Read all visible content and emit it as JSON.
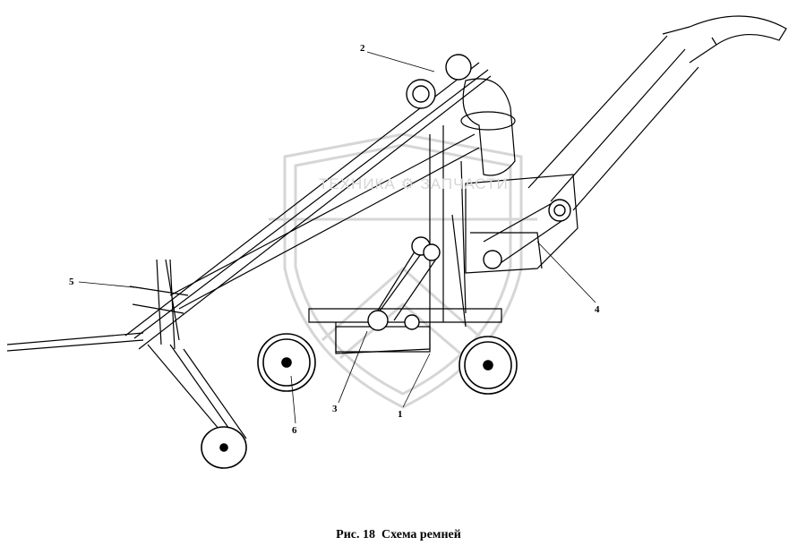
{
  "callouts": [
    "1",
    "2",
    "3",
    "4",
    "5",
    "6"
  ],
  "caption": {
    "fig_label": "Рис. 18",
    "title": "Схема ремней"
  },
  "watermark": {
    "text": "ТЕХНИКА ⚙ ЗАПЧАСТИ"
  },
  "colors": {
    "line": "#000000",
    "watermark": "#d0d0d0",
    "background": "#ffffff"
  }
}
